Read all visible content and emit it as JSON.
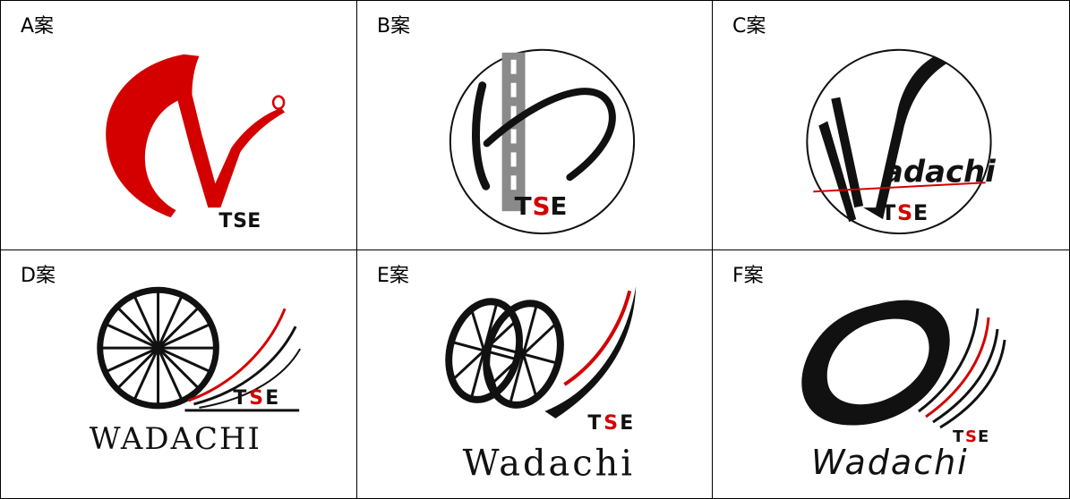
{
  "cells": [
    {
      "label": "A案",
      "tse": {
        "t": "T",
        "s": "S",
        "e": "E"
      }
    },
    {
      "label": "B案",
      "tse": {
        "t": "T",
        "s": "S",
        "e": "E"
      }
    },
    {
      "label": "C案",
      "tse": {
        "t": "T",
        "s": "S",
        "e": "E"
      },
      "wordmark": "adachi"
    },
    {
      "label": "D案",
      "tse": {
        "t": "T",
        "s": "S",
        "e": "E"
      },
      "wordmark": "WADACHI"
    },
    {
      "label": "E案",
      "tse": {
        "t": "T",
        "s": "S",
        "e": "E"
      },
      "wordmark": "Wadachi"
    },
    {
      "label": "F案",
      "tse": {
        "t": "T",
        "s": "S",
        "e": "E"
      },
      "wordmark": "Wadachi"
    }
  ],
  "colors": {
    "red": "#d40000",
    "black": "#111111",
    "gray": "#8a8a8a",
    "border": "#000000"
  }
}
